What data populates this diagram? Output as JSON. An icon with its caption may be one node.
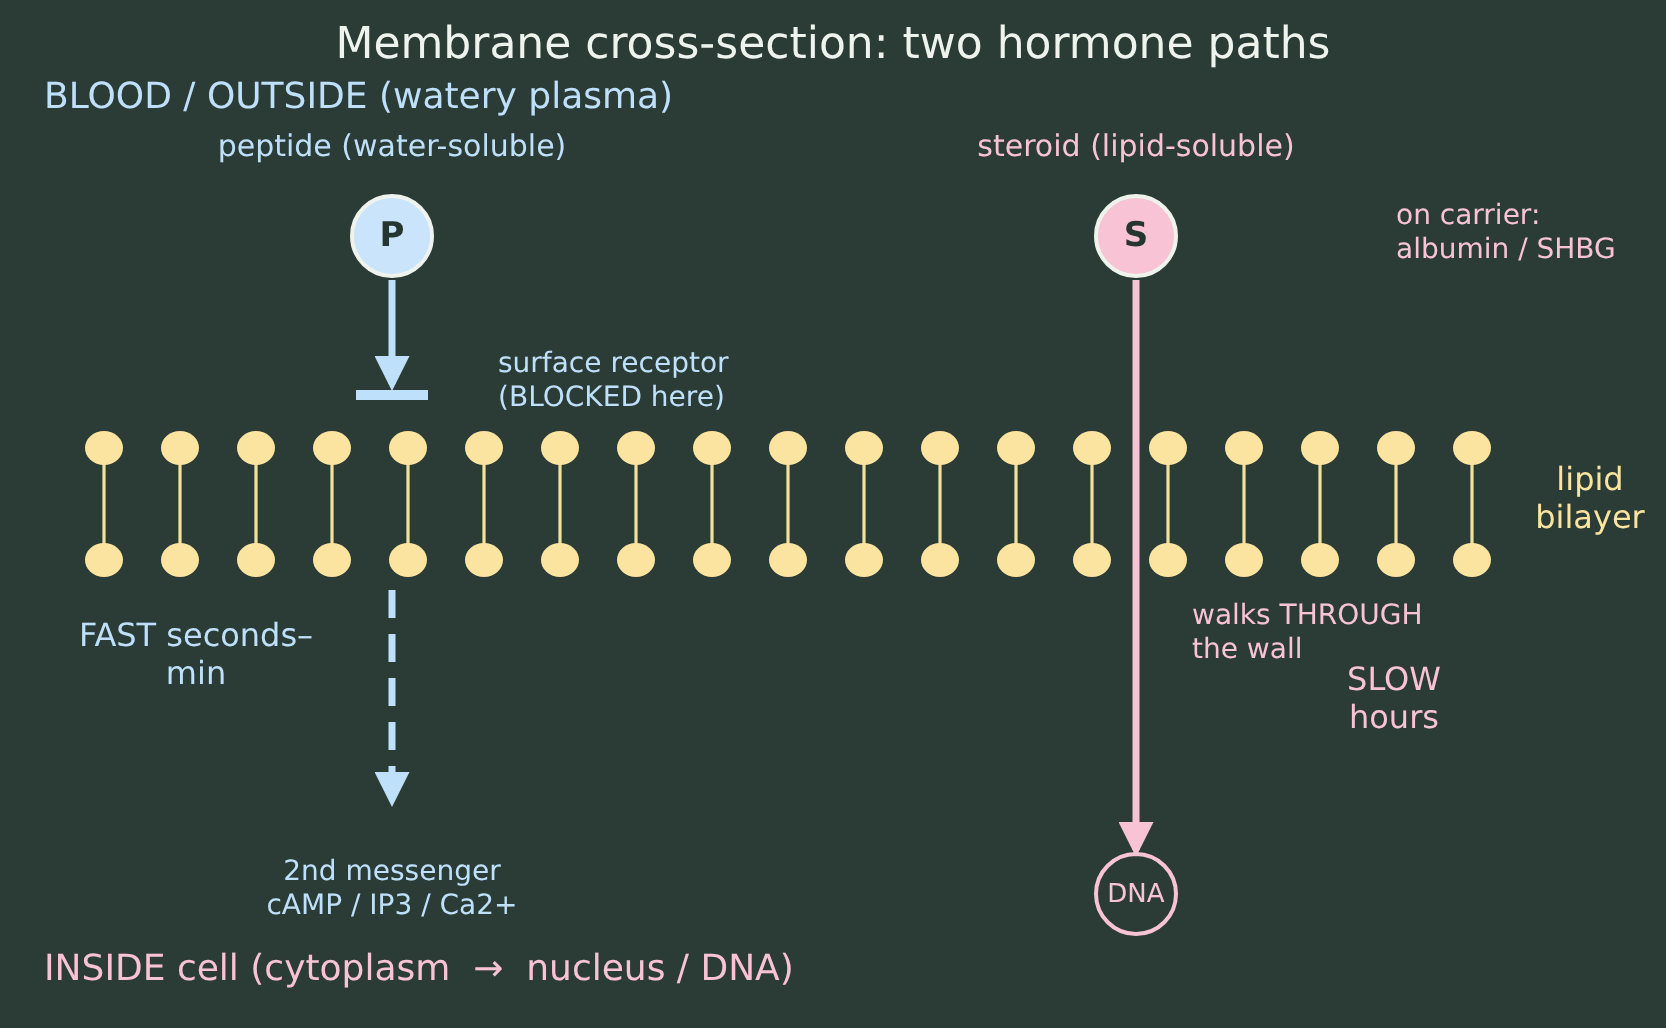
{
  "diagram": {
    "title": "Membrane cross-section: two hormone paths",
    "nodes": [
      {
        "text": [
          "P"
        ],
        "beside": [
          "peptide (water-soluble)"
        ]
      },
      {
        "text": [],
        "shape": "bar",
        "beside": [
          "surface receptor (BLOCKED here)"
        ]
      },
      {
        "text": [
          "2nd messenger cAMP / IP3 / Ca2+"
        ]
      },
      {
        "text": [
          "S"
        ],
        "beside": [
          "steroid (lipid-soluble)"
        ]
      },
      {
        "text": [
          "DNA"
        ]
      }
    ],
    "edges": [
      {
        "from": 0,
        "to": 1,
        "arrow": "to",
        "color": "#bfe0fb"
      },
      {
        "from": 1,
        "to": 2,
        "arrow": "to",
        "style": "dashed",
        "color": "#bfe0fb"
      },
      {
        "from": 3,
        "to": 4,
        "arrow": "to",
        "color": "#f8c3d4"
      }
    ],
    "labels": [
      "BLOOD / OUTSIDE (watery plasma)",
      "on carrier: albumin / SHBG",
      "walks THROUGH the wall",
      "lipid bilayer",
      "FAST seconds–min",
      "SLOW hours",
      "INSIDE cell (cytoplasm  →  nucleus / DNA)"
    ]
  }
}
